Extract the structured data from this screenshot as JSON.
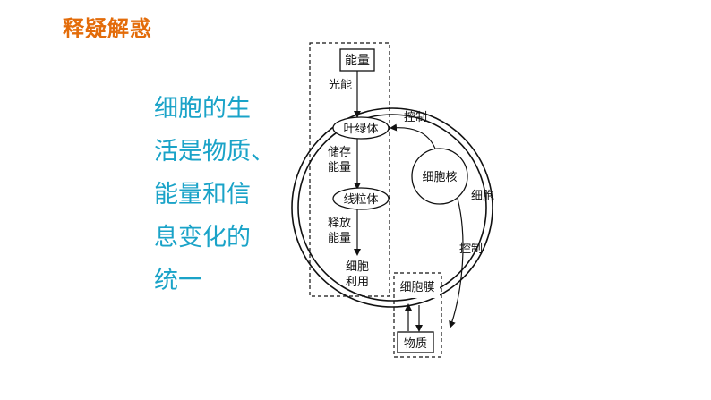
{
  "header": {
    "title": "释疑解惑"
  },
  "statement": {
    "lines": [
      "细胞的生",
      "活是物质、",
      "能量和信",
      "息变化的",
      "统一"
    ]
  },
  "diagram": {
    "energy_box": "能量",
    "light_label": "光能",
    "chloroplast": "叶绿体",
    "store_line1": "储存",
    "store_line2": "能量",
    "mitochondria": "线粒体",
    "release_line1": "释放",
    "release_line2": "能量",
    "use_line1": "细胞",
    "use_line2": "利用",
    "nucleus": "细胞核",
    "control_top": "控制",
    "cell_label": "细胞",
    "control_bottom": "控制",
    "membrane": "细胞膜",
    "matter_box": "物质"
  }
}
